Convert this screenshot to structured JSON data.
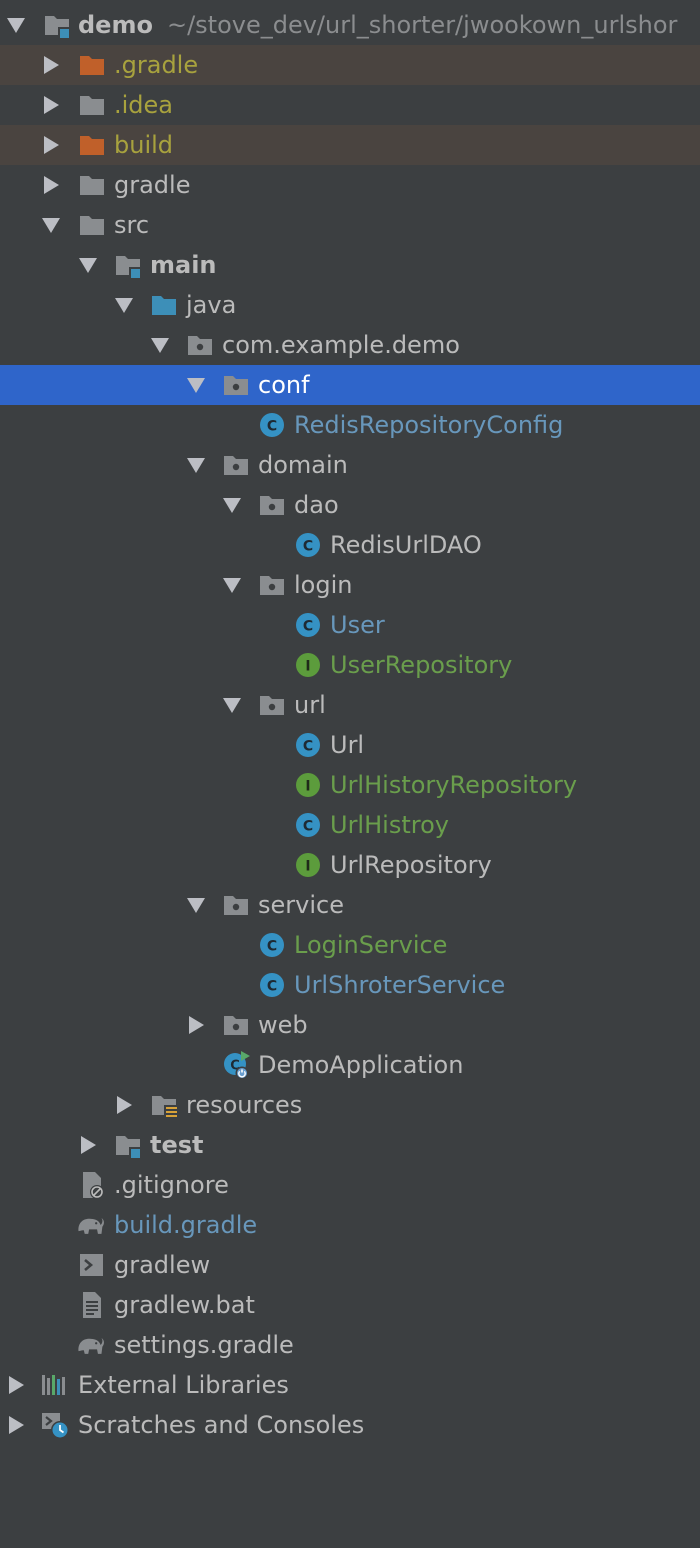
{
  "root": {
    "label": "demo",
    "path": "~/stove_dev/url_shorter/jwookown_urlshor"
  },
  "nodes": {
    "gradle_dir": ".gradle",
    "idea": ".idea",
    "build": "build",
    "gradle": "gradle",
    "src": "src",
    "main": "main",
    "java": "java",
    "package": "com.example.demo",
    "conf": "conf",
    "redis_repo_config": "RedisRepositoryConfig",
    "domain": "domain",
    "dao": "dao",
    "redis_url_dao": "RedisUrlDAO",
    "login": "login",
    "user": "User",
    "user_repository": "UserRepository",
    "url_pkg": "url",
    "url_class": "Url",
    "url_history_repository": "UrlHistoryRepository",
    "url_histroy": "UrlHistroy",
    "url_repository": "UrlRepository",
    "service": "service",
    "login_service": "LoginService",
    "url_shroter_service": "UrlShroterService",
    "web": "web",
    "demo_application": "DemoApplication",
    "resources": "resources",
    "test": "test",
    "gitignore": ".gitignore",
    "build_gradle": "build.gradle",
    "gradlew": "gradlew",
    "gradlew_bat": "gradlew.bat",
    "settings_gradle": "settings.gradle",
    "external_libraries": "External Libraries",
    "scratches": "Scratches and Consoles"
  },
  "icon_glyphs": {
    "class": "C",
    "interface": "I"
  },
  "colors": {
    "background": "#3c3f41",
    "selection": "#2f65ca",
    "excluded_row": "#4a4440",
    "text_default": "#bbbbbb",
    "text_excluded": "#a8a23e",
    "text_modified": "#6897bb",
    "text_added": "#6a9e4c",
    "folder": "#8a8d90",
    "excluded_folder": "#c0602a",
    "source_folder": "#3d8fb8",
    "class_icon": "#3592c4",
    "interface_icon": "#5c9c3c"
  },
  "selected_item": "conf"
}
